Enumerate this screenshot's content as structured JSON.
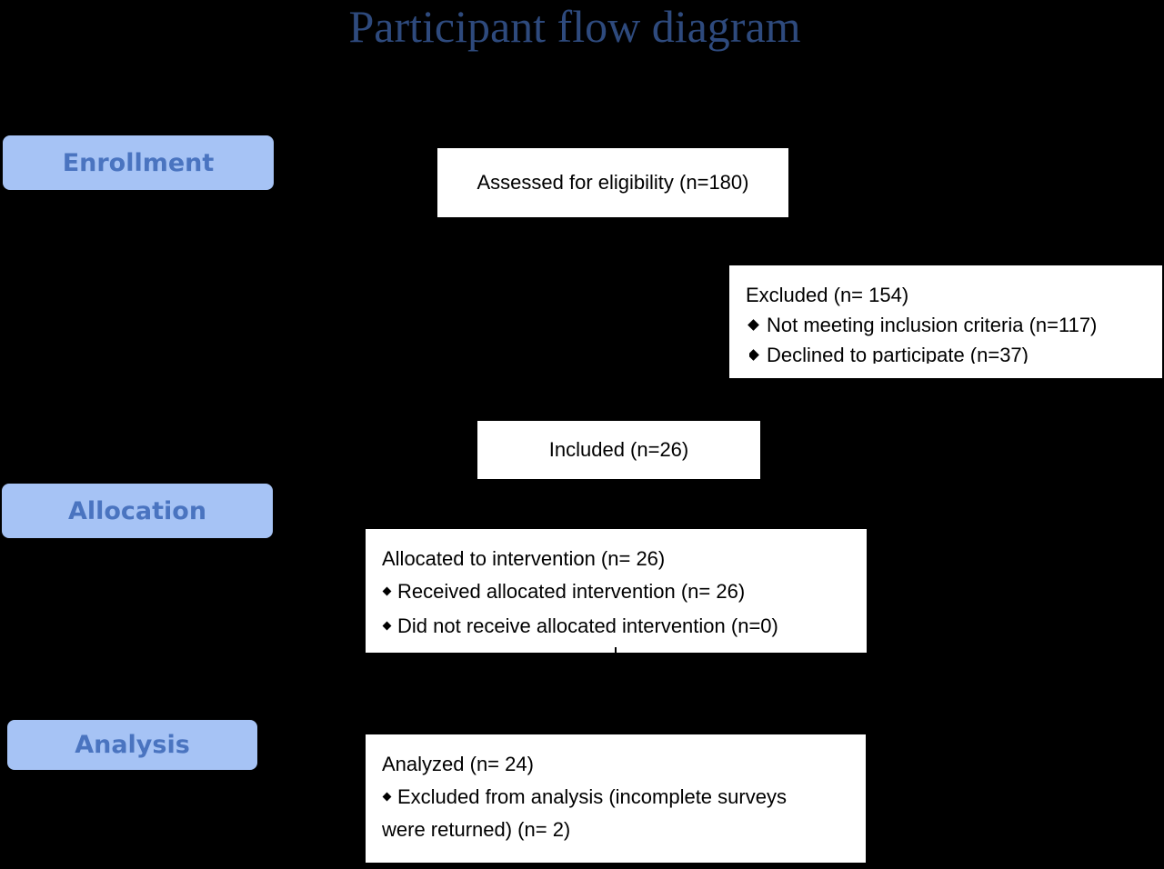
{
  "title": "Participant flow diagram",
  "stages": {
    "enrollment": "Enrollment",
    "allocation": "Allocation",
    "analysis": "Analysis"
  },
  "boxes": {
    "assessed": "Assessed for eligibility (n=180)",
    "excluded": {
      "heading": "Excluded (n= 154)",
      "items": [
        "Not meeting inclusion criteria (n=117)",
        "Declined to participate (n=37)"
      ]
    },
    "included": "Included (n=26)",
    "allocated": {
      "heading": "Allocated to intervention (n= 26)",
      "items": [
        "Received allocated intervention (n= 26)",
        "Did not receive allocated intervention (n=0)"
      ]
    },
    "analyzed": {
      "heading": "Analyzed (n= 24)",
      "items": [
        "Excluded from analysis (incomplete surveys",
        "were returned) (n= 2)"
      ]
    }
  }
}
